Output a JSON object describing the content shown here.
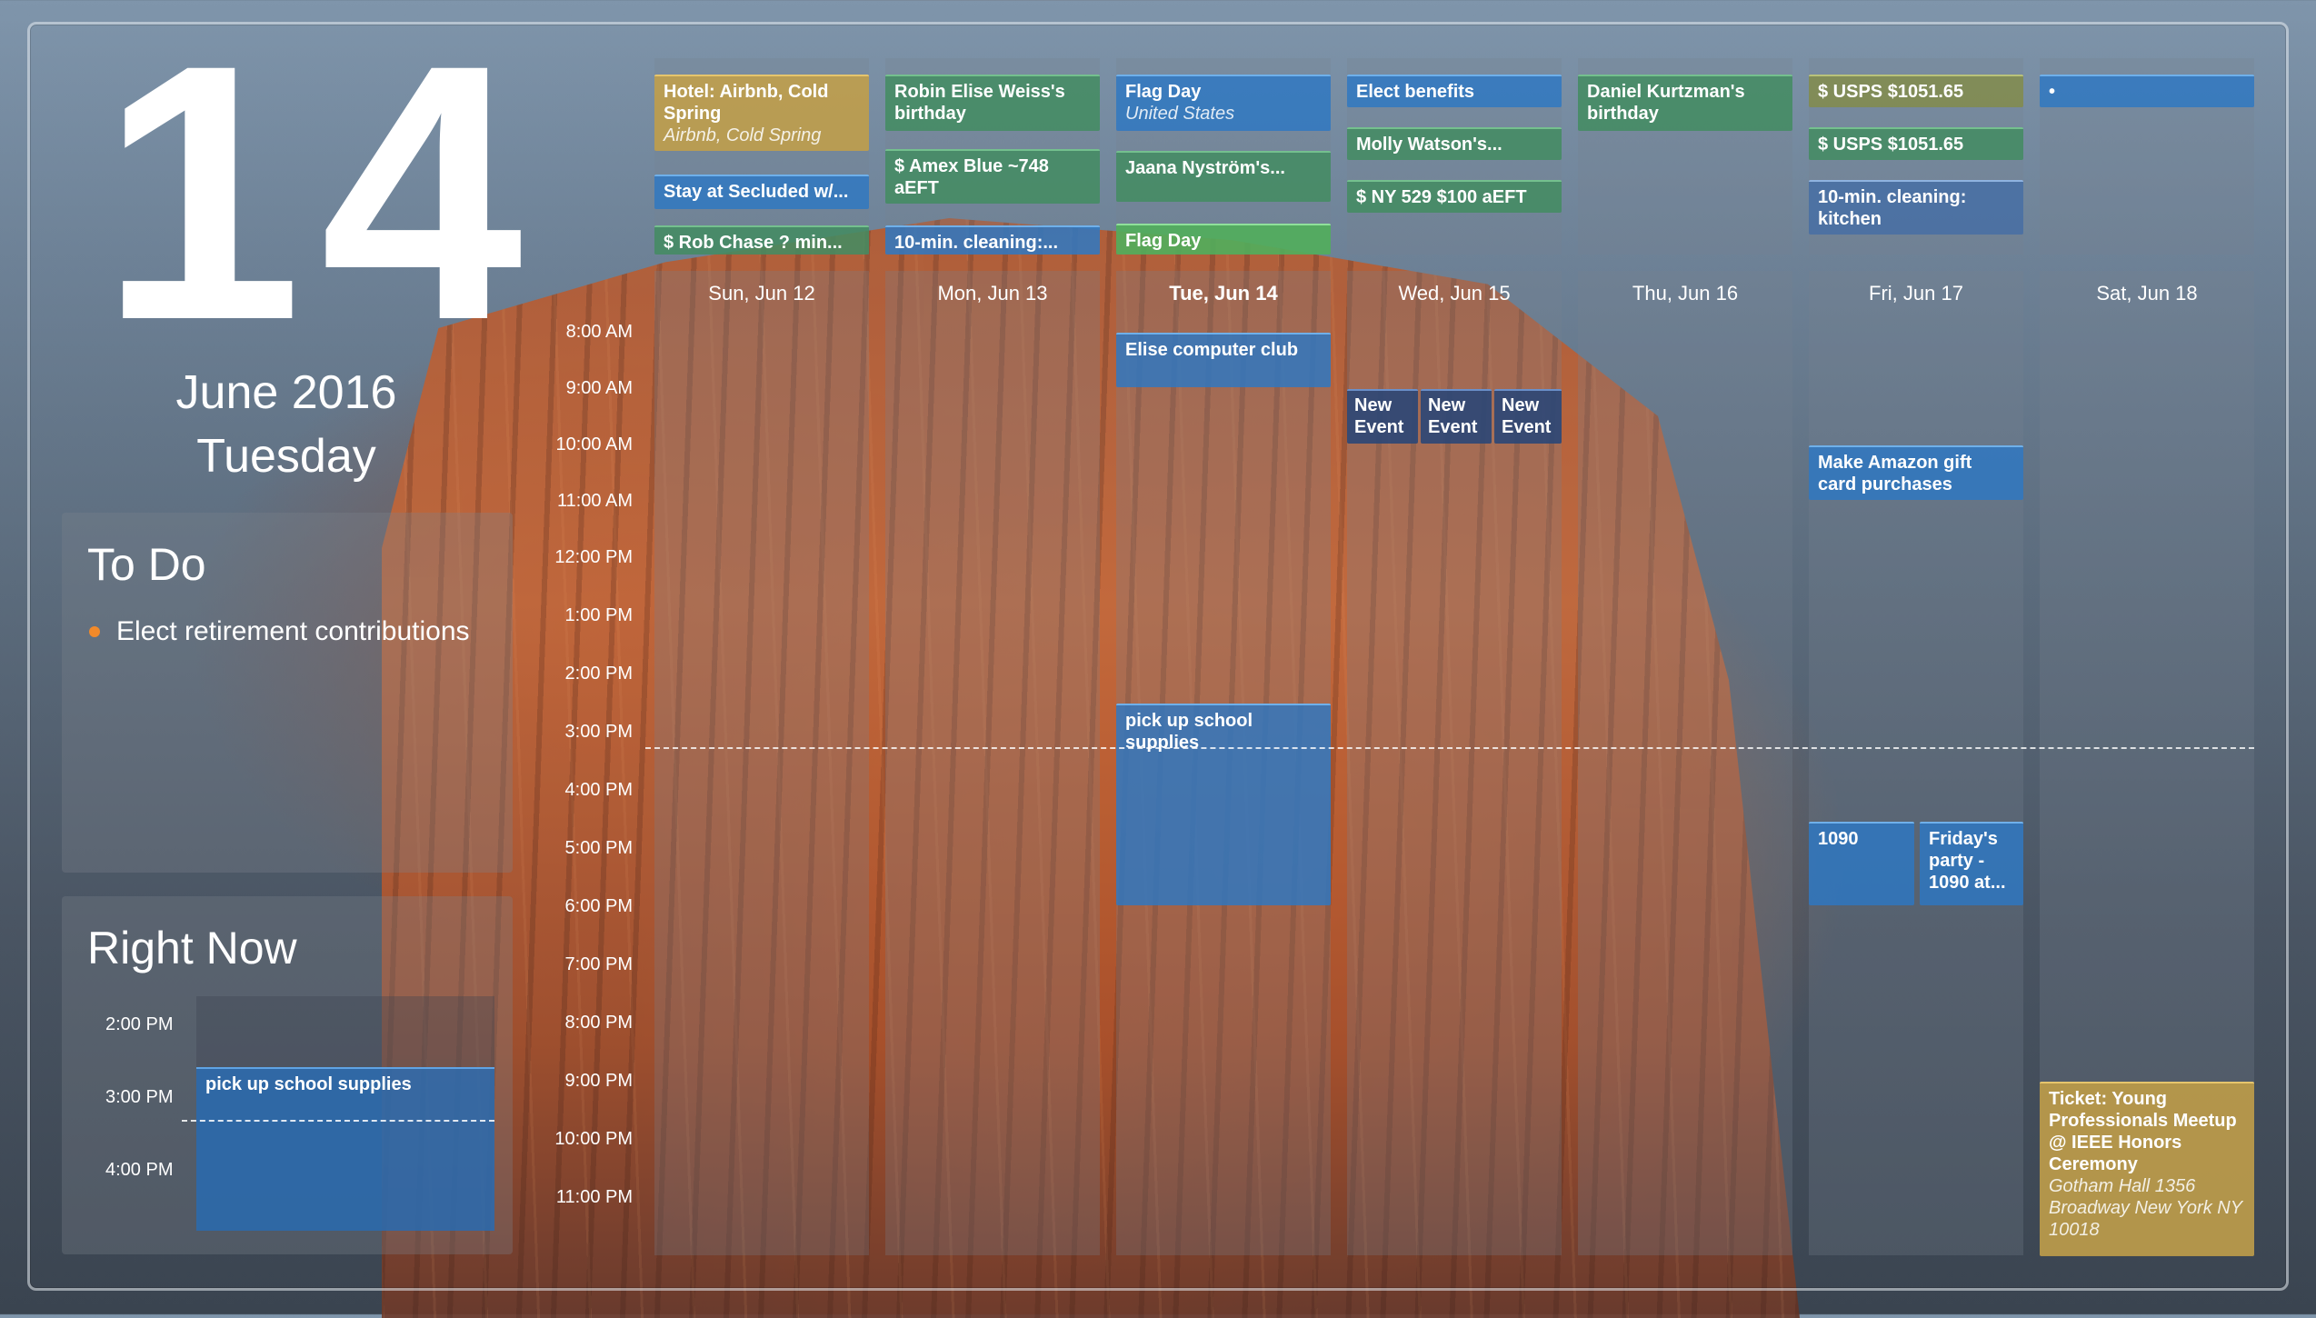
{
  "date": {
    "day_number": "14",
    "month_year": "June 2016",
    "weekday": "Tuesday"
  },
  "todo": {
    "title": "To Do",
    "items": [
      "Elect retirement contributions"
    ]
  },
  "right_now": {
    "title": "Right Now",
    "times": [
      "2:00 PM",
      "3:00 PM",
      "4:00 PM"
    ],
    "event": "pick up school supplies"
  },
  "time_labels": [
    "8:00 AM",
    "9:00 AM",
    "10:00 AM",
    "11:00 AM",
    "12:00 PM",
    "1:00 PM",
    "2:00 PM",
    "3:00 PM",
    "4:00 PM",
    "5:00 PM",
    "6:00 PM",
    "7:00 PM",
    "8:00 PM",
    "9:00 PM",
    "10:00 PM",
    "11:00 PM"
  ],
  "days": [
    {
      "label": "Sun, Jun 12"
    },
    {
      "label": "Mon, Jun 13"
    },
    {
      "label": "Tue, Jun 14"
    },
    {
      "label": "Wed, Jun 15"
    },
    {
      "label": "Thu, Jun 16"
    },
    {
      "label": "Fri, Jun 17"
    },
    {
      "label": "Sat, Jun 18"
    }
  ],
  "all_day": {
    "sun": [
      {
        "title": "Hotel: Airbnb, Cold Spring",
        "sub": "Airbnb, Cold Spring",
        "color": "gold"
      },
      {
        "title": "Stay at Secluded w/...",
        "color": "blue"
      },
      {
        "title": "$ Rob Chase ? min...",
        "color": "green"
      }
    ],
    "mon": [
      {
        "title": "Robin Elise Weiss's birthday",
        "color": "green"
      },
      {
        "title": "$ Amex Blue ~748 aEFT",
        "color": "green"
      },
      {
        "title": "10-min. cleaning:...",
        "color": "blue"
      }
    ],
    "tue": [
      {
        "title": "Flag Day",
        "sub": "United States",
        "color": "blue"
      },
      {
        "title": "Jaana Nyström's...",
        "color": "green"
      },
      {
        "title": "Flag Day",
        "color": "lgreen"
      }
    ],
    "wed": [
      {
        "title": "Elect benefits",
        "color": "blue"
      },
      {
        "title": "Molly Watson's...",
        "color": "green"
      },
      {
        "title": "$ NY 529 $100 aEFT",
        "color": "green"
      }
    ],
    "thu": [
      {
        "title": "Daniel Kurtzman's birthday",
        "color": "green"
      }
    ],
    "fri": [
      {
        "title": "$ USPS $1051.65",
        "color": "olive"
      },
      {
        "title": "$ USPS $1051.65",
        "color": "green"
      },
      {
        "title": "10-min. cleaning: kitchen",
        "color": "slate"
      }
    ],
    "sat": [
      {
        "title": "•",
        "color": "blue"
      }
    ]
  },
  "timed": {
    "tue": [
      {
        "title": "Elise computer club",
        "color": "blue"
      },
      {
        "title": "pick up school supplies",
        "color": "blue"
      }
    ],
    "wed": [
      {
        "title": "New Event",
        "color": "navy"
      },
      {
        "title": "New Event",
        "color": "navy"
      },
      {
        "title": "New Event",
        "color": "navy"
      }
    ],
    "fri": [
      {
        "title": "Make Amazon gift card purchases",
        "color": "blue"
      },
      {
        "title": "1090",
        "color": "blue"
      },
      {
        "title": "Friday's party - 1090 at...",
        "color": "blue"
      }
    ],
    "sat": [
      {
        "title": "Ticket: Young Professionals Meetup @ IEEE Honors Ceremony",
        "sub": "Gotham Hall 1356 Broadway New York NY 10018",
        "color": "gold"
      }
    ]
  }
}
